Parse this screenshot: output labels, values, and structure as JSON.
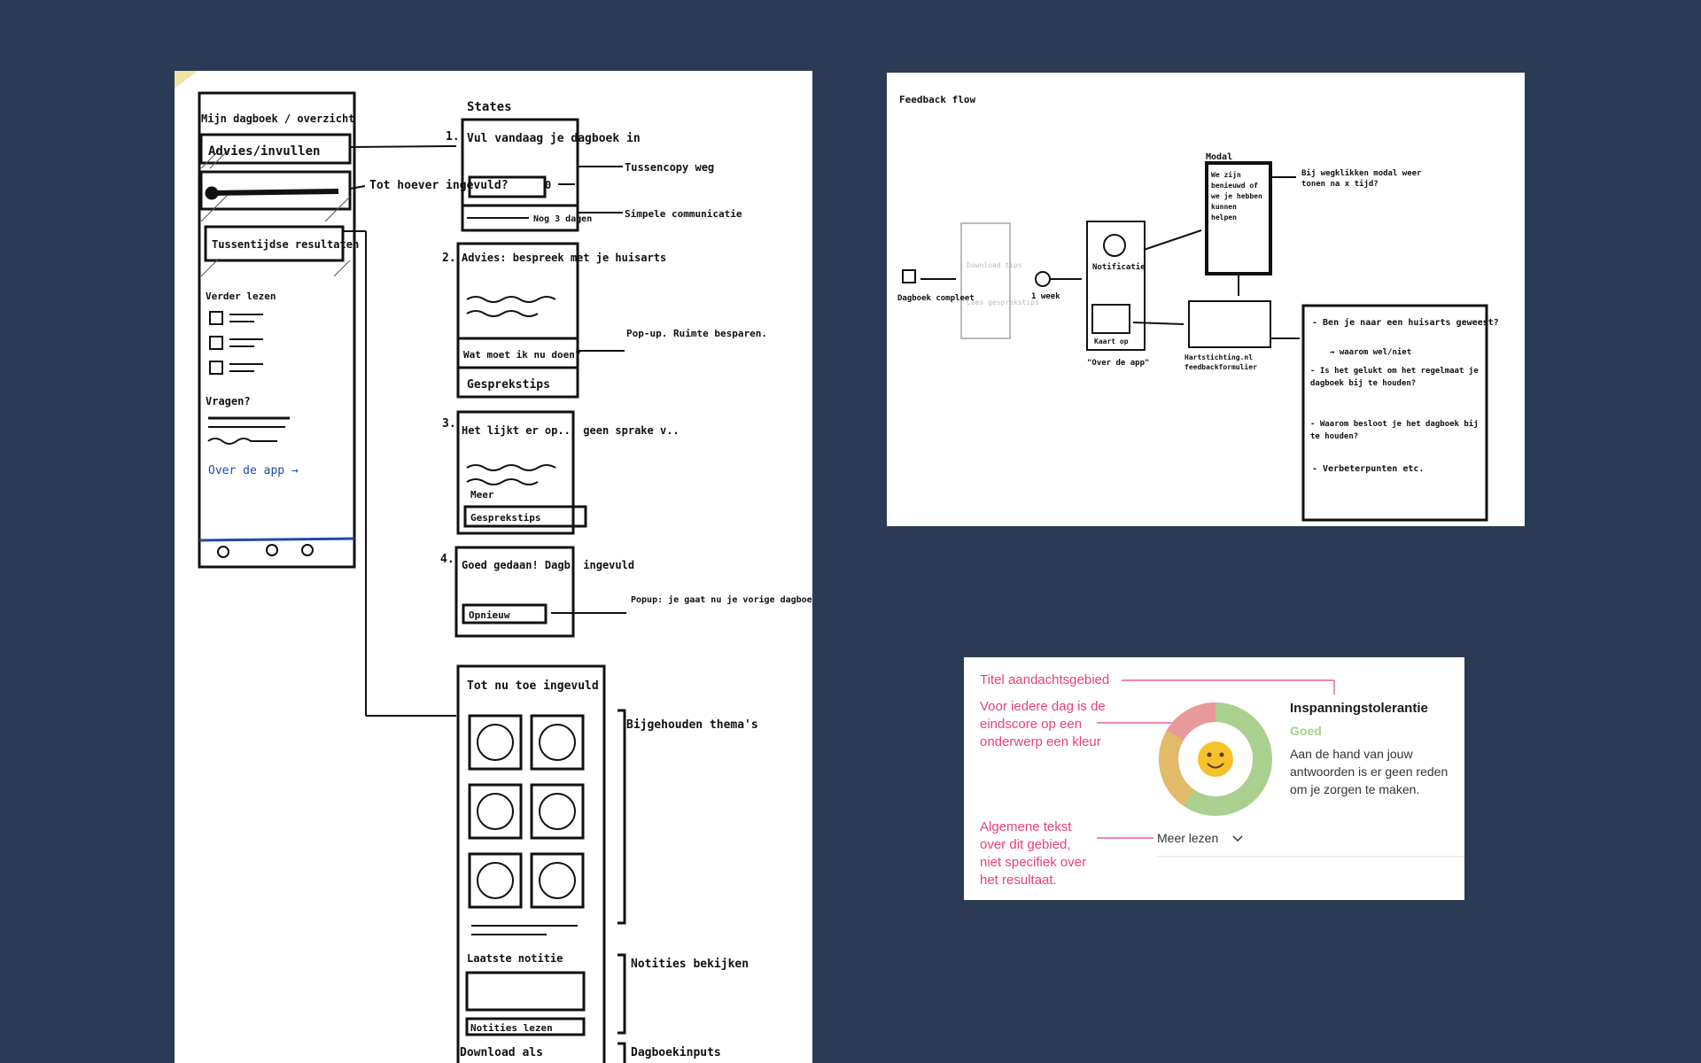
{
  "left_sketch": {
    "screen_title": "Mijn dagboek / overzicht",
    "advies_button": "Advies/invullen",
    "progress_note": "Tot hoever ingevuld?",
    "tussentijdse_button": "Tussentijdse resultaten",
    "verder_lezen": "Verder lezen",
    "vragen": "Vragen?",
    "over_de_app": "Over de app →",
    "states_title": "States",
    "state1_title": "Vul vandaag je dagboek in",
    "state1_counter": "0",
    "state1_footer": "Nog 3 dagen",
    "state1_note_a": "Tussencopy weg",
    "state1_note_b": "Simpele communicatie",
    "state2_title": "Advies: bespreek met je huisarts",
    "state2_question": "Wat moet ik nu doen?",
    "state2_tips": "Gesprekstips",
    "state2_note": "Pop-up. Ruimte besparen.",
    "state3_title": "Het lijkt er op... geen sprake v..",
    "state3_more": "Meer",
    "state3_tips": "Gesprekstips",
    "state4_title": "Goed gedaan! Dagb. ingevuld",
    "state4_button": "Opnieuw",
    "state4_note": "Popup: je gaat nu je vorige dagboek veranderen.",
    "results_title": "Tot nu toe ingevuld",
    "results_note": "Bijgehouden thema's",
    "notities_title": "Laatste notitie",
    "notities_button": "Notities lezen",
    "notities_note": "Notities bekijken",
    "download_title": "Download als",
    "download_note": "Dagboekinputs",
    "numbers": [
      "1.",
      "2.",
      "3.",
      "4."
    ]
  },
  "right_sketch": {
    "title": "Feedback flow",
    "start_label": "Dagboek compleet",
    "ghost_label_a": "Download tips",
    "ghost_label_b": "Lees gesprekstips",
    "timer_label": "1 week",
    "notif_label": "Notificatie",
    "kaart_label": "Kaart op",
    "over_label": "\"Over de app\"",
    "modal_title": "Modal",
    "modal_text": "We zijn benieuwd of we je hebben kunnen helpen",
    "modal_note": "Bij wegklikken modal weer tonen na x tijd?",
    "form_label": "Hartstichting.nl feedbackformulier",
    "questions": [
      "- Ben je naar een huisarts geweest?",
      "→ waarom wel/niet",
      "- Is het gelukt om het regelmaat je dagboek bij te houden?",
      "- Waarom besloot je het dagboek bij te houden?",
      "- Verbeterpunten etc."
    ]
  },
  "annotation": {
    "label_title": "Titel aandachtsgebied",
    "label_color": [
      "Voor iedere dag is de",
      "eindscore op een",
      "onderwerp een kleur"
    ],
    "label_text": [
      "Algemene tekst",
      "over dit gebied,",
      "niet specifiek over",
      "het resultaat."
    ],
    "card_title": "Inspanningstolerantie",
    "status": "Goed",
    "body": [
      "Aan de hand van jouw",
      "antwoorden is er geen reden",
      "om je zorgen te maken."
    ],
    "more_link": "Meer lezen",
    "colors": {
      "pink": "#e8407b",
      "good": "#a9d08e",
      "mid": "#e3b96a",
      "bad": "#e89a9a"
    },
    "donut_segments": [
      {
        "label": "green",
        "fraction": 0.66
      },
      {
        "label": "yellow",
        "fraction": 0.2
      },
      {
        "label": "red",
        "fraction": 0.14
      }
    ]
  }
}
